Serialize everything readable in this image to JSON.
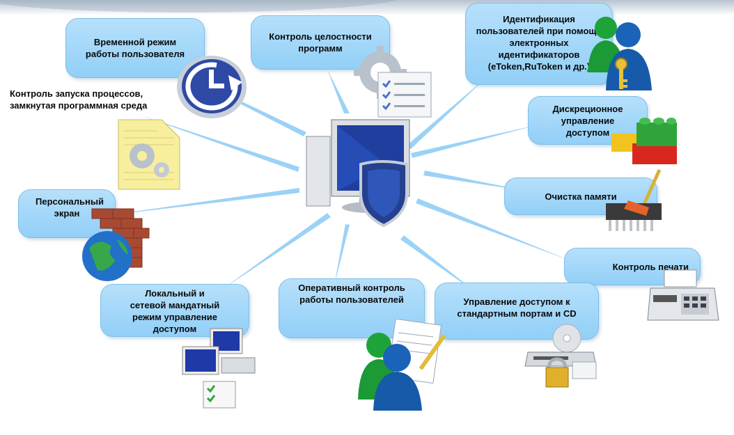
{
  "diagram": {
    "nodes": [
      {
        "id": "temporal",
        "text": "Временной режим работы пользователя",
        "icon": "clock-refresh-icon"
      },
      {
        "id": "integrity",
        "text": "Контроль целостности программ",
        "icon": "gears-checklist-icon"
      },
      {
        "id": "identification",
        "text": "Идентификация пользователей при помощи электронных идентификаторов (eToken,RuToken и др.)",
        "icon": "users-key-icon"
      },
      {
        "id": "launch",
        "text": "Контроль запуска процессов, замкнутая программная среда",
        "icon": "document-gears-icon"
      },
      {
        "id": "discretionary",
        "text": "Дискреционное управление доступом",
        "icon": "lego-blocks-icon"
      },
      {
        "id": "memory",
        "text": "Очистка памяти",
        "icon": "chip-broom-icon"
      },
      {
        "id": "firewall",
        "text": "Персональный экран",
        "icon": "globe-firewall-icon"
      },
      {
        "id": "print",
        "text": "Контроль печати",
        "icon": "fax-printer-icon"
      },
      {
        "id": "mandatory",
        "text": "Локальный и сетевой мандатный режим управление доступом",
        "icon": "network-computers-icon"
      },
      {
        "id": "monitoring",
        "text": "Оперативный контроль работы пользователей",
        "icon": "users-document-icon"
      },
      {
        "id": "ports",
        "text": "Управление доступом к стандартным портам и CD",
        "icon": "cd-drive-lock-icon"
      }
    ],
    "center_icon": "monitor-shield-icon",
    "colors": {
      "bubble": "#9dd4f8",
      "bubble_border": "#7dbfe8",
      "ray": "#8fcdf6",
      "accent": "#1f3e9e"
    }
  }
}
